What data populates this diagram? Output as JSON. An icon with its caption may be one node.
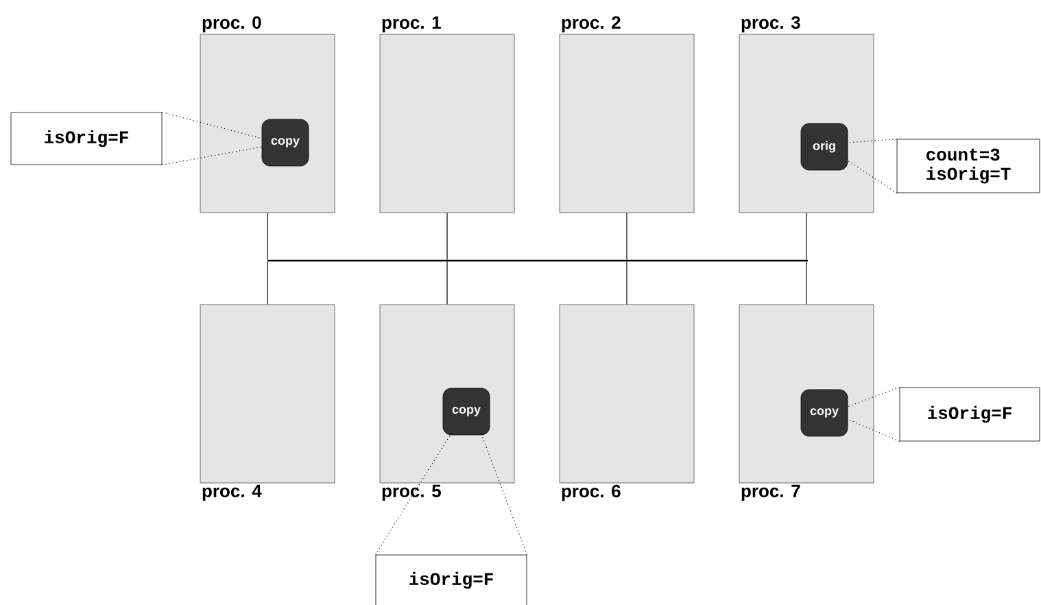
{
  "diagram": {
    "nodes": [
      {
        "text": [
          "proc. 0"
        ]
      },
      {
        "text": [
          "copy"
        ],
        "in": 0
      },
      {
        "text": [
          "proc. 1"
        ]
      },
      {
        "text": [
          "proc. 2"
        ]
      },
      {
        "text": [
          "proc. 3"
        ]
      },
      {
        "text": [
          "orig"
        ],
        "in": 4
      },
      {
        "text": [
          "proc. 4"
        ]
      },
      {
        "text": [
          "proc. 5"
        ]
      },
      {
        "text": [
          "copy"
        ],
        "in": 7
      },
      {
        "text": [
          "proc. 6"
        ]
      },
      {
        "text": [
          "proc. 7"
        ]
      },
      {
        "text": [
          "copy"
        ],
        "in": 10
      },
      {
        "text": [
          "isOrig=F"
        ]
      },
      {
        "text": [
          "count=3",
          "isOrig=T"
        ]
      },
      {
        "text": [
          "isOrig=F"
        ]
      },
      {
        "text": [
          "isOrig=F"
        ]
      },
      {
        "text": [],
        "shape": "bar"
      }
    ],
    "edges": [
      {
        "from": 0,
        "to": 16,
        "arrow": "none"
      },
      {
        "from": 2,
        "to": 16,
        "arrow": "none"
      },
      {
        "from": 3,
        "to": 16,
        "arrow": "none"
      },
      {
        "from": 4,
        "to": 16,
        "arrow": "none"
      },
      {
        "from": 6,
        "to": 16,
        "arrow": "none"
      },
      {
        "from": 7,
        "to": 16,
        "arrow": "none"
      },
      {
        "from": 9,
        "to": 16,
        "arrow": "none"
      },
      {
        "from": 10,
        "to": 16,
        "arrow": "none"
      },
      {
        "from": 12,
        "to": 1,
        "arrow": "none",
        "style": "dashed"
      },
      {
        "from": 12,
        "to": 1,
        "arrow": "none",
        "style": "dashed"
      },
      {
        "from": 13,
        "to": 5,
        "arrow": "none",
        "style": "dashed"
      },
      {
        "from": 13,
        "to": 5,
        "arrow": "none",
        "style": "dashed"
      },
      {
        "from": 14,
        "to": 8,
        "arrow": "none",
        "style": "dashed"
      },
      {
        "from": 14,
        "to": 8,
        "arrow": "none",
        "style": "dashed"
      },
      {
        "from": 15,
        "to": 11,
        "arrow": "none",
        "style": "dashed"
      },
      {
        "from": 15,
        "to": 11,
        "arrow": "none",
        "style": "dashed"
      }
    ]
  }
}
